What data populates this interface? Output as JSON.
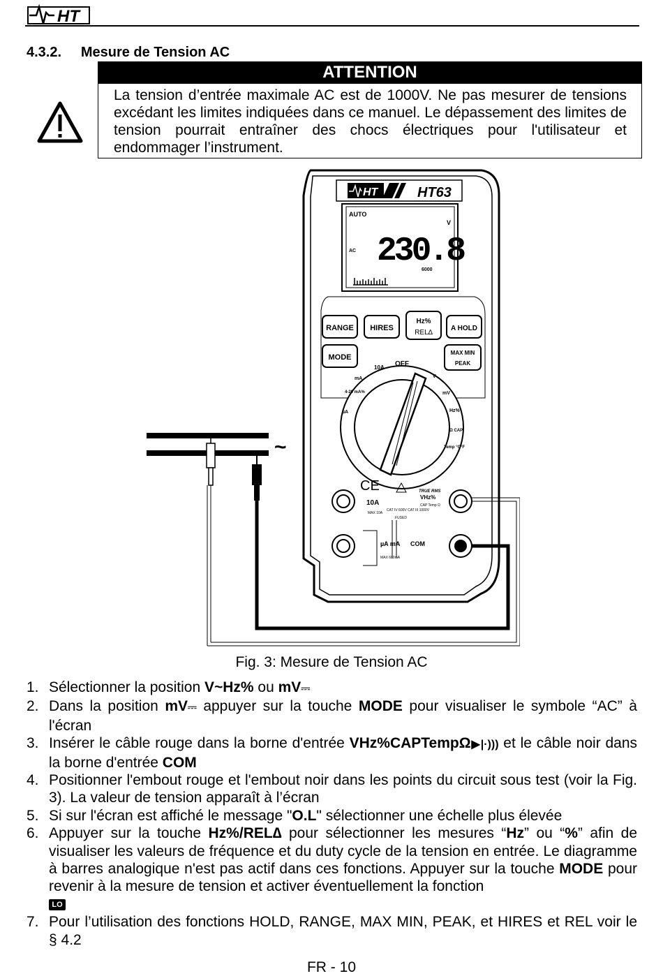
{
  "header": {
    "logo_text": "HT"
  },
  "section": {
    "number": "4.3.2.",
    "title": "Mesure de Tension AC"
  },
  "attention": {
    "title": "ATTENTION",
    "text": "La tension d’entrée maximale AC est de 1000V. Ne pas mesurer de tensions excédant les limites indiquées dans ce manuel. Le dépassement des limites de tension pourrait entraîner des chocs électriques pour l'utilisateur et endommager l’instrument."
  },
  "meter": {
    "brand": "HT",
    "model": "HT63",
    "display": {
      "auto": "AUTO",
      "ac": "AC",
      "unit": "V",
      "reading": "230.8",
      "range": "6000"
    },
    "buttons": [
      "RANGE",
      "HIRES",
      "Hz%",
      "REL∆",
      "A HOLD",
      "MODE",
      "MAX MIN",
      "PEAK"
    ],
    "dial": [
      "OFF",
      "10A",
      "mA",
      "4-20 mA%",
      "µA",
      "V",
      "mV",
      "Hz%",
      "Ω CAP",
      "Temp °C°F"
    ],
    "jacks": {
      "left_top": "10A",
      "left_top_sub": "MAX 10A",
      "cat": "CAT IV 600V  CAT III 1000V",
      "fused": "FUSED",
      "left_bottom": "µA mA",
      "left_bottom_sub": "MAX 600mA",
      "com": "COM",
      "right_top_label": "TRUE RMS",
      "right_top": "VHz%",
      "right_top_sub": "CAP Temp Ω"
    },
    "ce": "CE",
    "ac_symbol": "~"
  },
  "figure": {
    "caption": "Fig. 3: Mesure de Tension AC"
  },
  "steps": [
    {
      "num": "1.",
      "parts": [
        "Sélectionner la position ",
        "V~Hz%",
        " ou ",
        "mV",
        "⎓"
      ]
    },
    {
      "num": "2.",
      "parts": [
        "Dans la position ",
        "mV",
        "⎓",
        " appuyer sur la touche ",
        "MODE",
        " pour visualiser le symbole “AC” à l'écran"
      ]
    },
    {
      "num": "3.",
      "parts": [
        "Insérer le câble rouge dans la borne d'entrée ",
        "VHz%CAPTempΩ",
        "▶|·)))",
        " et le câble noir dans la borne d'entrée ",
        "COM"
      ]
    },
    {
      "num": "4.",
      "text": "Positionner l'embout rouge et l'embout noir dans les points du circuit sous test (voir la Fig. 3). La valeur de tension apparaît à l’écran"
    },
    {
      "num": "5.",
      "parts": [
        "Si sur l'écran est affiché le message \"",
        "O.L",
        "\" sélectionner une échelle plus élevée"
      ]
    },
    {
      "num": "6.",
      "parts": [
        "Appuyer sur la touche ",
        "Hz%/REL∆",
        " pour sélectionner les mesures “",
        "Hz",
        "” ou “",
        "%",
        "” afin de visualiser les valeurs de fréquence et du duty cycle de la tension en entrée. Le diagramme à barres analogique n'est pas actif dans ces fonctions. Appuyer sur la touche ",
        "MODE",
        " pour revenir à la mesure de tension et activer éventuellement la fonction"
      ],
      "icon": "LO"
    },
    {
      "num": "7.",
      "text": "Pour l’utilisation des fonctions HOLD, RANGE, MAX MIN, PEAK, et HIRES et REL voir le § 4.2"
    }
  ],
  "page_number": "FR - 10"
}
